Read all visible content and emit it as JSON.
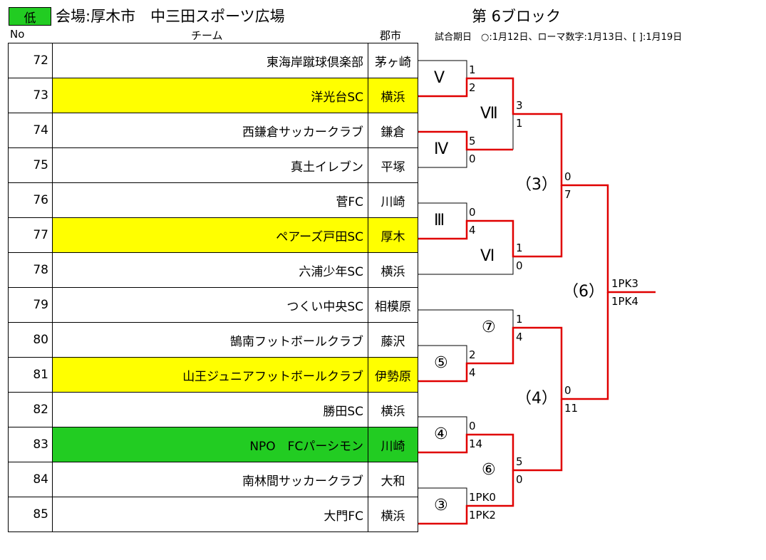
{
  "header": {
    "level_badge": "低",
    "venue": "会場:厚木市　中三田スポーツ広場",
    "block": "第 6ブロック",
    "schedule_note": "試合期日　○:1月12日、ローマ数字:1月13日、[ ]:1月19日",
    "col_no": "No",
    "col_team": "チーム",
    "col_city": "郡市"
  },
  "colors": {
    "highlight_yellow": "#ffff00",
    "highlight_green": "#22cc22",
    "winner_line": "#e00000"
  },
  "teams": [
    {
      "no": "72",
      "name": "東海岸蹴球倶楽部",
      "city": "茅ヶ崎",
      "highlight": ""
    },
    {
      "no": "73",
      "name": "洋光台SC",
      "city": "横浜",
      "highlight": "yellow"
    },
    {
      "no": "74",
      "name": "西鎌倉サッカークラブ",
      "city": "鎌倉",
      "highlight": ""
    },
    {
      "no": "75",
      "name": "真土イレブン",
      "city": "平塚",
      "highlight": ""
    },
    {
      "no": "76",
      "name": "菅FC",
      "city": "川崎",
      "highlight": ""
    },
    {
      "no": "77",
      "name": "ペアーズ戸田SC",
      "city": "厚木",
      "highlight": "yellow"
    },
    {
      "no": "78",
      "name": "六浦少年SC",
      "city": "横浜",
      "highlight": ""
    },
    {
      "no": "79",
      "name": "つくい中央SC",
      "city": "相模原",
      "highlight": ""
    },
    {
      "no": "80",
      "name": "鵠南フットボールクラブ",
      "city": "藤沢",
      "highlight": ""
    },
    {
      "no": "81",
      "name": "山王ジュニアフットボールクラブ",
      "city": "伊勢原",
      "highlight": "yellow"
    },
    {
      "no": "82",
      "name": "勝田SC",
      "city": "横浜",
      "highlight": ""
    },
    {
      "no": "83",
      "name": "NPO　FCパーシモン",
      "city": "川崎",
      "highlight": "green"
    },
    {
      "no": "84",
      "name": "南林間サッカークラブ",
      "city": "大和",
      "highlight": ""
    },
    {
      "no": "85",
      "name": "大門FC",
      "city": "横浜",
      "highlight": ""
    }
  ],
  "bracket": {
    "match_labels": {
      "m_v": "Ⅴ",
      "m_iv": "Ⅳ",
      "m_vii": "Ⅶ",
      "m_iii": "Ⅲ",
      "m_vi": "Ⅵ",
      "m_7": "⑦",
      "m_5": "⑤",
      "m_4": "④",
      "m_6": "⑥",
      "m_3": "③",
      "r3": "（3）",
      "r4": "（4）",
      "r6": "（6）"
    },
    "scores": {
      "v_top": "1",
      "v_bot": "2",
      "iv_top": "5",
      "iv_bot": "0",
      "vii_top": "3",
      "vii_bot": "1",
      "iii_top": "0",
      "iii_bot": "4",
      "vi_top": "1",
      "vi_bot": "0",
      "r3_top": "0",
      "r3_bot": "7",
      "c7_top": "1",
      "c7_bot": "4",
      "c5_top": "2",
      "c5_bot": "4",
      "c4_top": "0",
      "c4_bot": "14",
      "c6_top": "5",
      "c6_bot": "0",
      "c3_top": "1PK0",
      "c3_bot": "1PK2",
      "r4_top": "0",
      "r4_bot": "11",
      "r6_top": "1PK3",
      "r6_bot": "1PK4"
    }
  }
}
